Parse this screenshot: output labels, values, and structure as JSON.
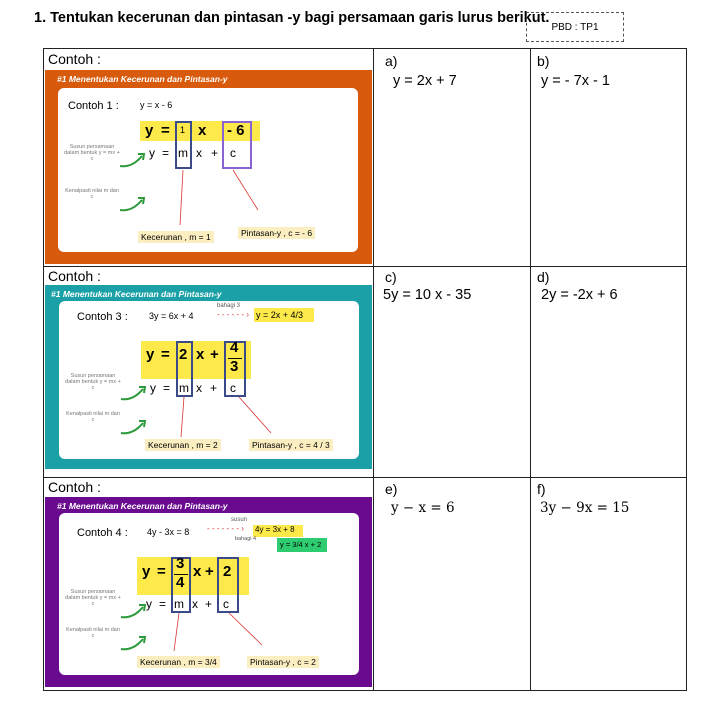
{
  "question": "1. Tentukan kecerunan dan pintasan -y bagi persamaan garis lurus berikut.",
  "pbd_label": "PBD : TP1",
  "examples": [
    {
      "contoh_label": "Contoh :",
      "header": "#1 Menentukan Kecerunan dan Pintasan-y",
      "color": "#d85a0c",
      "line_label": "Contoh 1 :",
      "given_eq": "y  =    x  -  6",
      "row1": [
        "y",
        "=",
        "1",
        "x",
        "- 6"
      ],
      "row2": [
        "y",
        "=",
        "m",
        "x",
        "+",
        "c"
      ],
      "note_susun": "Susun persamaan dalam bentuk y = mx + c",
      "note_kenal": "Kenalpasti nilai m dan c",
      "kecerunan": "Kecerunan , m = 1",
      "pintasan": "Pintasan-y , c = - 6"
    },
    {
      "contoh_label": "Contoh :",
      "header": "#1 Menentukan Kecerunan dan Pintasan-y",
      "color": "#1aa0a6",
      "line_label": "Contoh 3 :",
      "given_eq": "3y  =  6x + 4",
      "bahagi": "bahagi 3",
      "result_eq": "y  =  2x + 4/3",
      "row1": [
        "y",
        "=",
        "2",
        "x",
        "+",
        "4",
        "3"
      ],
      "row2": [
        "y",
        "=",
        "m",
        "x",
        "+",
        "c"
      ],
      "note_susun": "Susun persamaan dalam bentuk y = mx + c",
      "note_kenal": "Kenalpasti nilai m dan c",
      "kecerunan": "Kecerunan , m = 2",
      "pintasan": "Pintasan-y , c = 4 / 3"
    },
    {
      "contoh_label": "Contoh :",
      "header": "#1 Menentukan Kecerunan dan Pintasan-y",
      "color": "#6a0a8e",
      "line_label": "Contoh 4 :",
      "given_eq": "4y - 3x =  8",
      "susun": "susun",
      "step1": "4y  =  3x + 8",
      "bahagi": "bahagi 4",
      "step2": "y  =  3/4 x + 2",
      "row1": [
        "y",
        "=",
        "3",
        "4",
        "x",
        "+",
        "2"
      ],
      "row2": [
        "y",
        "=",
        "m",
        "x",
        "+",
        "c"
      ],
      "note_susun": "Susun persamaan dalam bentuk y = mx + c",
      "note_kenal": "Kenalpasti nilai m dan c",
      "kecerunan": "Kecerunan , m = 3/4",
      "pintasan": "Pintasan-y , c = 2"
    }
  ],
  "exercises": [
    {
      "letter": "a)",
      "equation": "y = 2x + 7"
    },
    {
      "letter": "b)",
      "equation": "y = - 7x - 1"
    },
    {
      "letter": "c)",
      "equation": "5y = 10 x - 35"
    },
    {
      "letter": "d)",
      "equation": "2y = -2x + 6"
    },
    {
      "letter": "e)",
      "equation": "y − x = 6"
    },
    {
      "letter": "f)",
      "equation": "3y − 9x = 15"
    }
  ]
}
